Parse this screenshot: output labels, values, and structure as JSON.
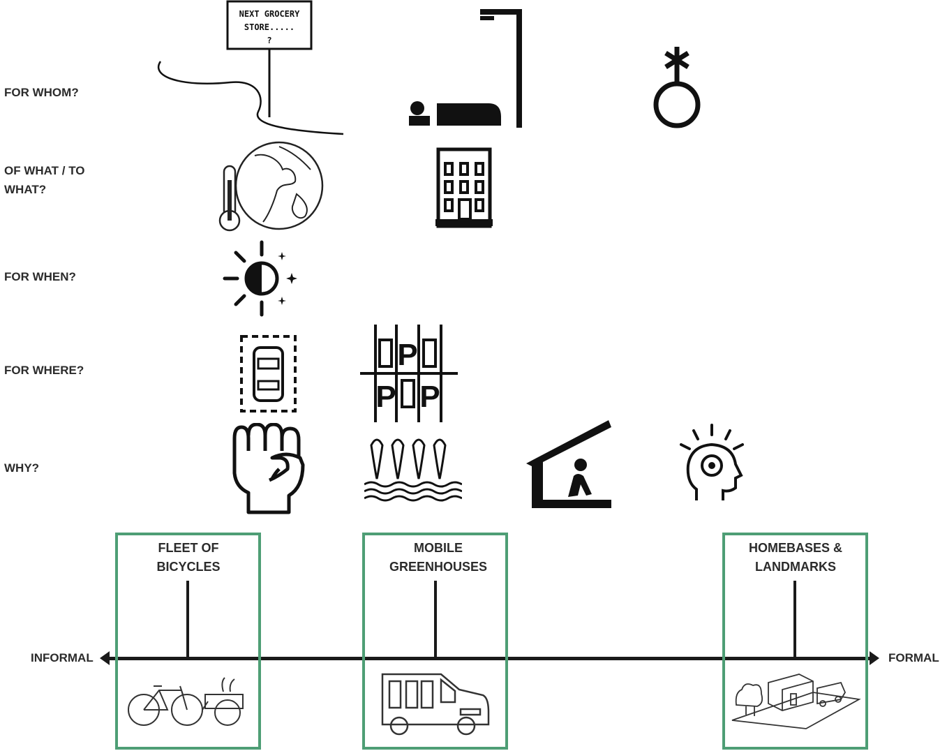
{
  "rows": [
    {
      "label": "FOR WHOM?"
    },
    {
      "label": "OF WHAT / TO WHAT?"
    },
    {
      "label": "FOR WHEN?"
    },
    {
      "label": "FOR WHERE?"
    },
    {
      "label": "WHY?"
    }
  ],
  "icons": {
    "sign_line1": "NEXT GROCERY",
    "sign_line2": "STORE.....",
    "sign_line3": "?",
    "parking_letter": "P"
  },
  "spectrum": {
    "left_label": "INFORMAL",
    "right_label": "FORMAL",
    "items": [
      {
        "label": "FLEET OF BICYCLES"
      },
      {
        "label": "MOBILE GREENHOUSES"
      },
      {
        "label": "HOMEBASES & LANDMARKS"
      }
    ]
  },
  "colors": {
    "box_border": "#4e9e75",
    "line": "#1a1a1a"
  },
  "icon_names": [
    "grocery-sign-icon",
    "sleeping-person-icon",
    "nonbinary-gender-icon",
    "globe-thermometer-icon",
    "apartment-building-icon",
    "day-night-sun-icon",
    "parked-car-icon",
    "parking-lot-icon",
    "raised-fist-icon",
    "carrot-field-icon",
    "sheltered-person-icon",
    "head-target-icon",
    "bicycle-cart-sketch",
    "food-truck-sketch",
    "homebase-sketch"
  ]
}
